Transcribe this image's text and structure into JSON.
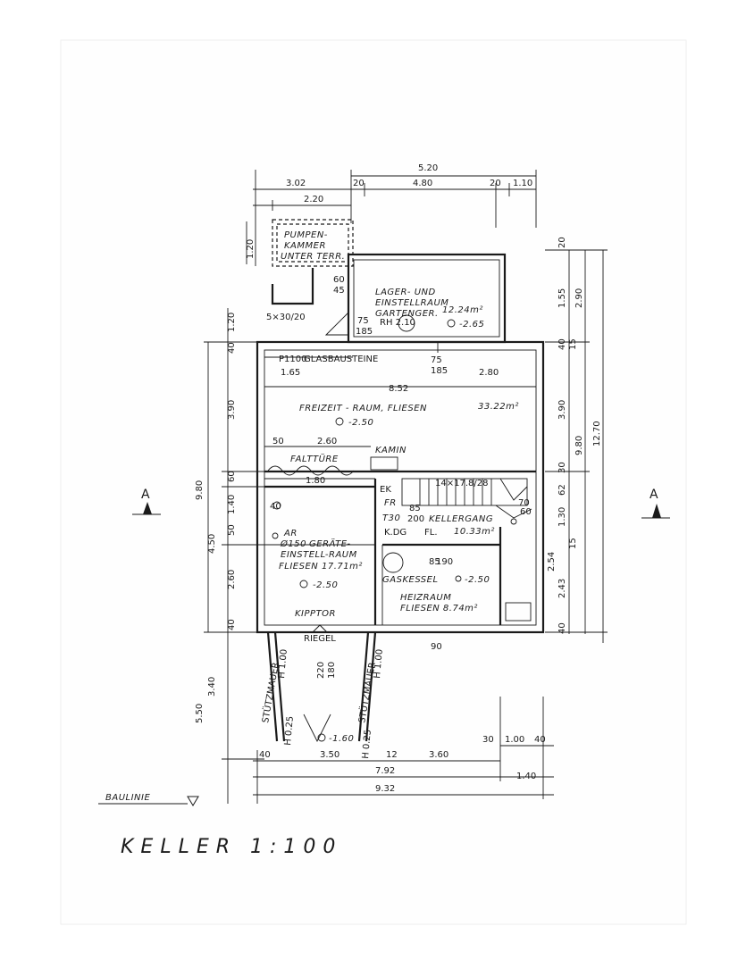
{
  "labels": {
    "top_dim_total": "5.20",
    "top_dim_a": "3.02",
    "top_dim_b": "20",
    "top_dim_c": "4.80",
    "top_dim_d": "20",
    "top_dim_e": "1.10",
    "top_dim_f": "2.20",
    "pump_l1": "PUMPEN-",
    "pump_l2": "KAMMER",
    "pump_l3": "UNTER TERR.",
    "pump_dim": "1.20",
    "lager_l1": "LAGER- UND",
    "lager_l2": "EINSTELLRAUM",
    "lager_l3": "GARTENGER.",
    "lager_area": "12.24m²",
    "lager_level": "-2.65",
    "lager_rh": "RH 2.10",
    "d60": "60",
    "d45": "45",
    "d5x": "5×30/20",
    "d75a": "75",
    "d185a": "185",
    "d75b": "75",
    "d185b": "185",
    "p1100": "P1100",
    "glas": "GLASBAUSTEINE",
    "d165": "1.65",
    "d280": "2.80",
    "d852": "8.52",
    "frei_name": "FREIZEIT - RAUM, FLIESEN",
    "frei_area": "33.22m²",
    "frei_level": "-2.50",
    "d50": "50",
    "d260": "2.60",
    "kamin": "KAMIN",
    "falt": "FALTTÜRE",
    "d180": "1.80",
    "stair": "14×17.8/28",
    "ek": "EK",
    "fr": "FR",
    "t30": "T30",
    "d85a": "85",
    "d200": "200",
    "keller_name": "KELLERGANG",
    "keller_area": "10.33m²",
    "kdg": "K.DG",
    "fl": "FL.",
    "d70": "70",
    "d60b": "60",
    "ar": "AR",
    "d150": "Ø150",
    "geraete_l1": "GERÄTE-",
    "geraete_l2": "EINSTELL-RAUM",
    "geraete_l3": "FLIESEN",
    "geraete_area": "17.71m²",
    "geraete_level": "-2.50",
    "d40": "40",
    "d85b": "85",
    "d190": "190",
    "gas": "GASKESSEL",
    "gas_level": "-2.50",
    "heiz": "HEIZRAUM",
    "heiz_area": "FLIESEN 8.74m²",
    "kipptor": "KIPPTOR",
    "riegel": "RIEGEL",
    "d90": "90",
    "d220": "220",
    "d180b": "180",
    "d40a": "40",
    "d40b": "40",
    "stutz_l": "STÜTZMAUER",
    "stutz_r": "STÜTZMAUER",
    "h100a": "H 1.00",
    "h100b": "H 1.00",
    "h025a": "H 0.25",
    "h025b": "H 0.25",
    "ramp_level": "-1.60",
    "left_120": "1.20",
    "left_40a": "40",
    "left_390": "3.90",
    "left_980": "9.80",
    "left_60": "60",
    "left_140": "1.40",
    "left_50": "50",
    "left_450": "4.50",
    "left_260": "2.60",
    "left_40b": "40",
    "left_340": "3.40",
    "left_550": "5.50",
    "right_20": "20",
    "right_155": "1.55",
    "right_290": "2.90",
    "right_40a": "40",
    "right_15": "15",
    "right_390": "3.90",
    "right_980": "9.80",
    "right_1270": "12.70",
    "right_30": "30",
    "right_62": "62",
    "right_130": "1.30",
    "right_254": "2.54",
    "right_15b": "15",
    "right_243": "2.43",
    "right_40b": "40",
    "bot_30": "30",
    "bot_100": "1.00",
    "bot_40": "40",
    "bot_40l": "40",
    "bot_350": "3.50",
    "bot_12": "12",
    "bot_360": "3.60",
    "bot_792": "7.92",
    "bot_140": "1.40",
    "bot_932": "9.32",
    "baulinie": "BAULINIE",
    "section_l": "A",
    "section_r": "A",
    "title": "KELLER 1:100"
  }
}
